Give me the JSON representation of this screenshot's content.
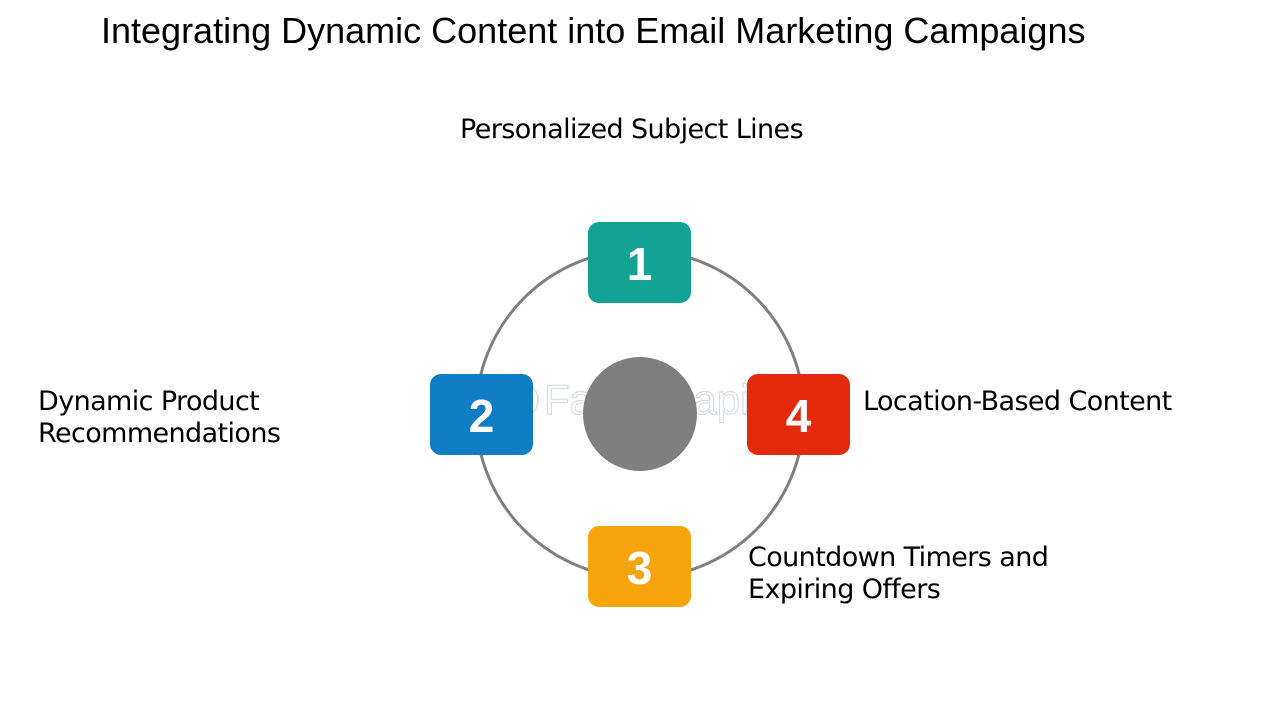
{
  "title": "Integrating Dynamic Content into Email Marketing Campaigns",
  "items": [
    {
      "number": "1",
      "label_lines": [
        "Personalized Subject Lines"
      ],
      "color": "#13a394"
    },
    {
      "number": "2",
      "label_lines": [
        "Dynamic Product",
        "Recommendations"
      ],
      "color": "#0f7dc3"
    },
    {
      "number": "3",
      "label_lines": [
        "Countdown Timers and",
        "Expiring Offers"
      ],
      "color": "#f8a40c"
    },
    {
      "number": "4",
      "label_lines": [
        "Location-Based Content"
      ],
      "color": "#e22a0b"
    }
  ],
  "watermark": "FasterCapital",
  "colors": {
    "ring": "#7f7f7f",
    "center": "#7f7f7f"
  }
}
